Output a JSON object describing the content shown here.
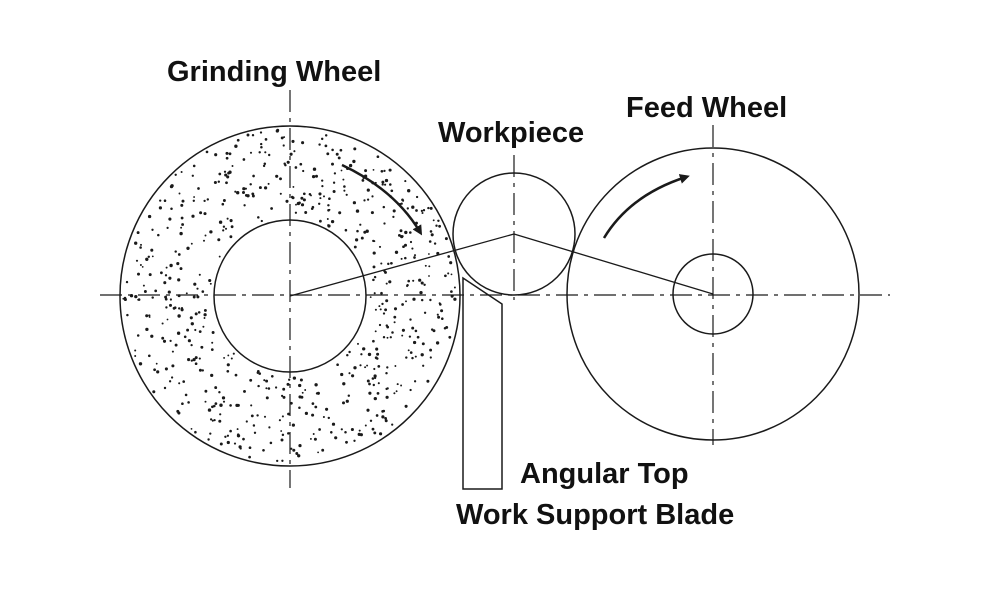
{
  "labels": {
    "grinding_wheel": "Grinding Wheel",
    "workpiece": "Workpiece",
    "feed_wheel": "Feed Wheel",
    "blade_line1": "Angular Top",
    "blade_line2": "Work Support Blade"
  },
  "colors": {
    "line": "#1a1a1a",
    "background": "#ffffff"
  }
}
